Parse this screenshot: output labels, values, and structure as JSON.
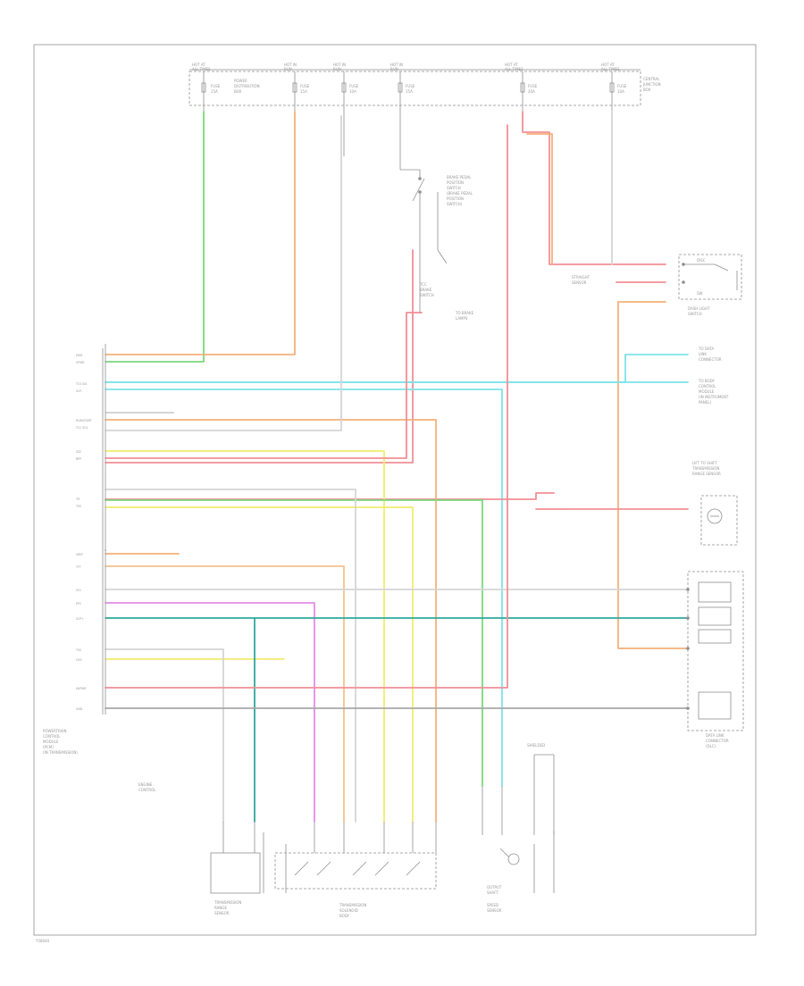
{
  "colors": {
    "orange": "#f5b07a",
    "green": "#7bd87b",
    "cyan": "#7ee3e8",
    "red": "#f28f95",
    "yellow": "#f2ec6e",
    "magenta": "#e58be8",
    "teal": "#2fa89c",
    "ltorange": "#f5c38f",
    "gray": "#bdbdbd",
    "line": "#8f8f8f"
  },
  "footer_code": "Y58040",
  "pcm_label_lines": [
    "POWERTRAIN",
    "CONTROL",
    "MODULE",
    "(PCM)",
    "(IN TRANSMISSION)"
  ],
  "dlc_label_lines": [
    "DATA LINK",
    "CONNECTOR",
    "(DLC)"
  ],
  "note": ""
}
